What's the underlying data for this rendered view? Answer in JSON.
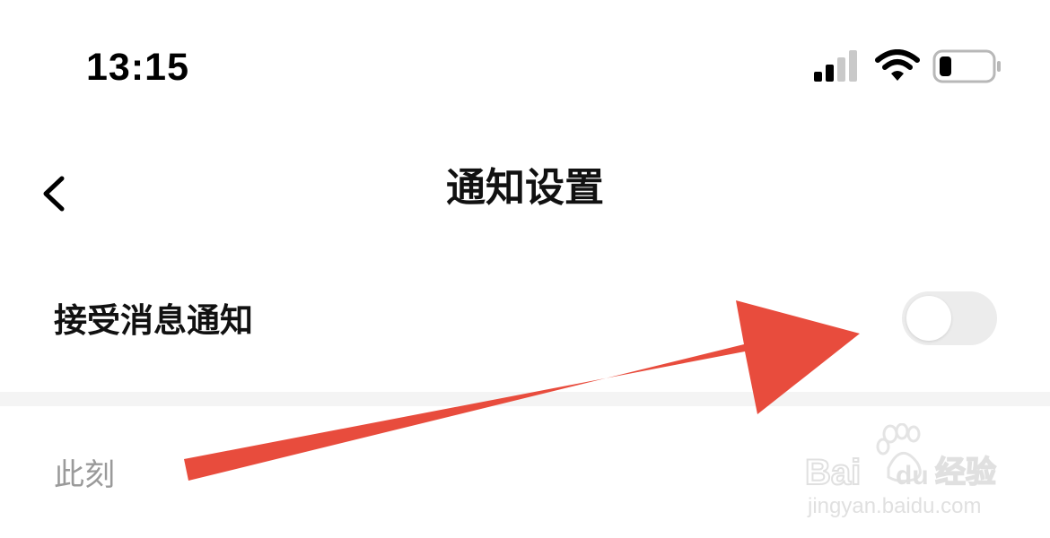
{
  "status_bar": {
    "time": "13:15",
    "signal_icon": "cellular-signal-icon",
    "wifi_icon": "wifi-icon",
    "battery_icon": "battery-low-icon"
  },
  "nav": {
    "back_icon": "chevron-left-icon",
    "title": "通知设置"
  },
  "settings": {
    "receive_notifications": {
      "label": "接受消息通知",
      "enabled": false
    }
  },
  "section": {
    "label": "此刻"
  },
  "watermark": {
    "brand": "Baidu经验",
    "url": "jingyan.baidu.com"
  },
  "colors": {
    "annotation_arrow": "#e84c3d",
    "toggle_off": "#ececec",
    "muted_text": "#9a9a9a"
  }
}
